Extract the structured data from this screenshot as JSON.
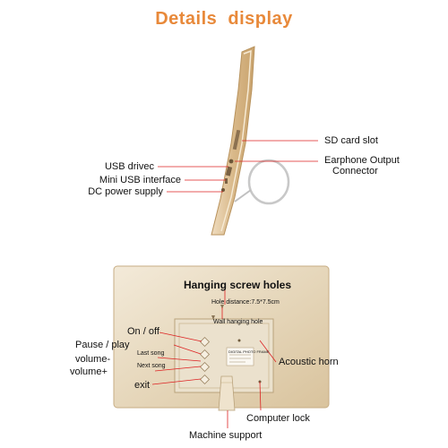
{
  "title": "Details  display",
  "colors": {
    "title": "#e8893a",
    "frame_gold": "#d9b98a",
    "frame_gold_light": "#efdcbf",
    "back_panel": "#e9ddc6"
  },
  "side_view": {
    "labels_left": {
      "usb": "USB drivec",
      "mini_usb": "Mini USB interface",
      "dc_power": "DC power supply"
    },
    "labels_right": {
      "sd_slot": "SD card slot",
      "earphone_line1": "Earphone Output",
      "earphone_line2": "Connector"
    }
  },
  "back_view": {
    "header": "Hanging screw holes",
    "hole_distance": "Hole distance:7.5*7.5cm",
    "wall_hole": "Wall hanging hole",
    "sticker_text": "DIGITAL PHOTO FRAME",
    "labels_left": {
      "on_off": "On / off",
      "pause_play": "Pause / play",
      "volume_minus": "volume-",
      "volume_plus": "volume+",
      "exit": "exit",
      "last_song": "Last song",
      "next_song": "Next song"
    },
    "labels_right": {
      "acoustic_horn": "Acoustic horn",
      "computer_lock": "Computer lock"
    },
    "bottom_label": "Machine support"
  }
}
